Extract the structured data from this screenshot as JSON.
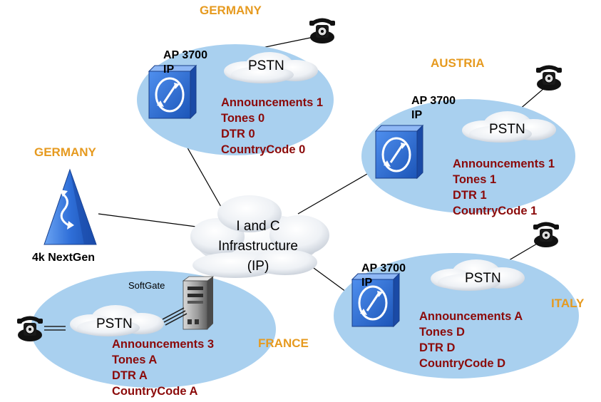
{
  "core": {
    "line1": "I and C",
    "line2": "Infrastructure",
    "line3": "(IP)"
  },
  "nextgen": {
    "country": "GERMANY",
    "label": "4k NextGen"
  },
  "sites": {
    "germany": {
      "country": "GERMANY",
      "ap_line1": "AP 3700",
      "ap_line2": "IP",
      "pstn": "PSTN",
      "config": [
        "Announcements 1",
        "Tones 0",
        "DTR 0",
        "CountryCode 0"
      ]
    },
    "austria": {
      "country": "AUSTRIA",
      "ap_line1": "AP 3700",
      "ap_line2": "IP",
      "pstn": "PSTN",
      "config": [
        "Announcements 1",
        "Tones 1",
        "DTR 1",
        "CountryCode 1"
      ]
    },
    "italy": {
      "country": "ITALY",
      "ap_line1": "AP 3700",
      "ap_line2": "IP",
      "pstn": "PSTN",
      "config": [
        "Announcements A",
        "Tones D",
        "DTR D",
        "CountryCode D"
      ]
    },
    "france": {
      "country": "FRANCE",
      "softgate": "SoftGate",
      "pstn": "PSTN",
      "config": [
        "Announcements 3",
        "Tones A",
        "DTR A",
        "CountryCode A"
      ]
    }
  },
  "colors": {
    "ellipse": "#a9d0ef",
    "country": "#e69a1f",
    "config": "#8b0a0a",
    "ap_box": "#2a6fd6",
    "nextgen": "#3c7fe0"
  },
  "icons": [
    "telephone-icon",
    "cloud-icon",
    "ap3700-icon",
    "softgate-server-icon",
    "nextgen-pyramid-icon"
  ]
}
